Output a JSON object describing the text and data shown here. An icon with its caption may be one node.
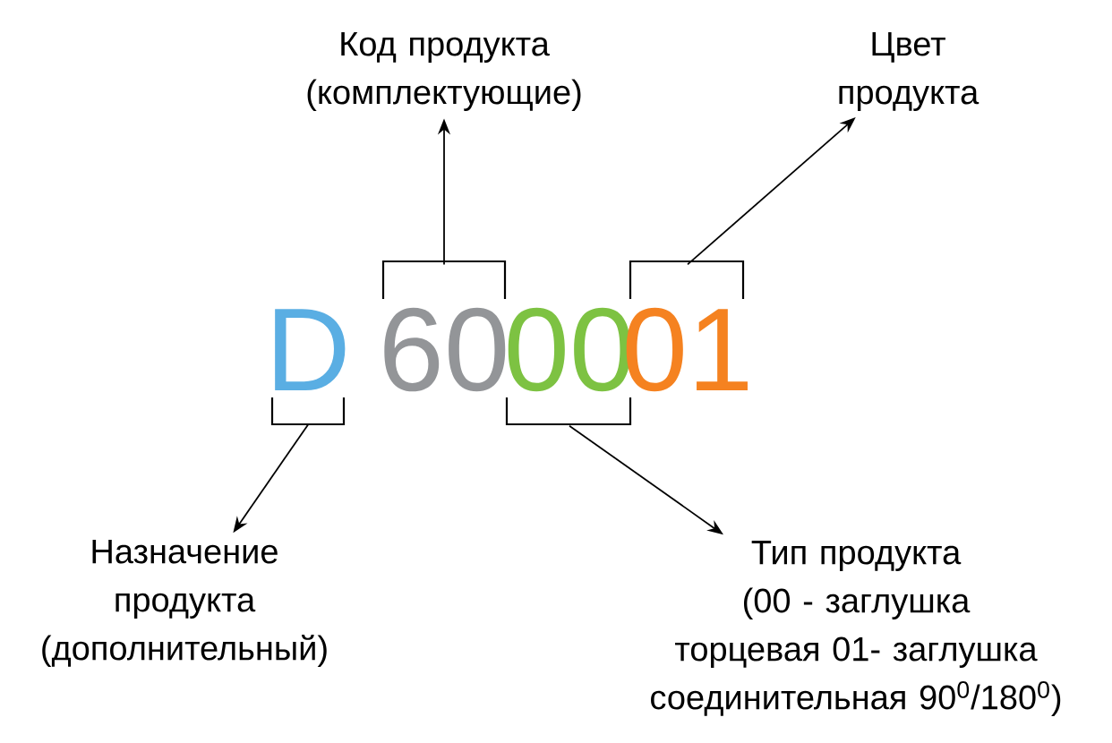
{
  "diagram": {
    "nodes": [
      {
        "text": [
          "Код продукта (комплектующие)"
        ]
      },
      {
        "text": [
          "Цвет продукта"
        ]
      },
      {
        "text": [
          "D"
        ]
      },
      {
        "text": [
          "60"
        ]
      },
      {
        "text": [
          "00"
        ]
      },
      {
        "text": [
          "01"
        ]
      },
      {
        "text": [
          "Назначение продукта (дополнительный)"
        ]
      },
      {
        "text": [
          "Тип продукта",
          "(00 - заглушка торцевая 01- заглушка соединительная 90$^{0}$/180$^{0}$)"
        ]
      }
    ],
    "edges": [
      {
        "from": 3,
        "to": 0,
        "arrow": "to"
      },
      {
        "from": 5,
        "to": 1,
        "arrow": "to"
      },
      {
        "from": 2,
        "to": 6,
        "arrow": "to"
      },
      {
        "from": 4,
        "to": 7,
        "arrow": "to"
      }
    ]
  }
}
